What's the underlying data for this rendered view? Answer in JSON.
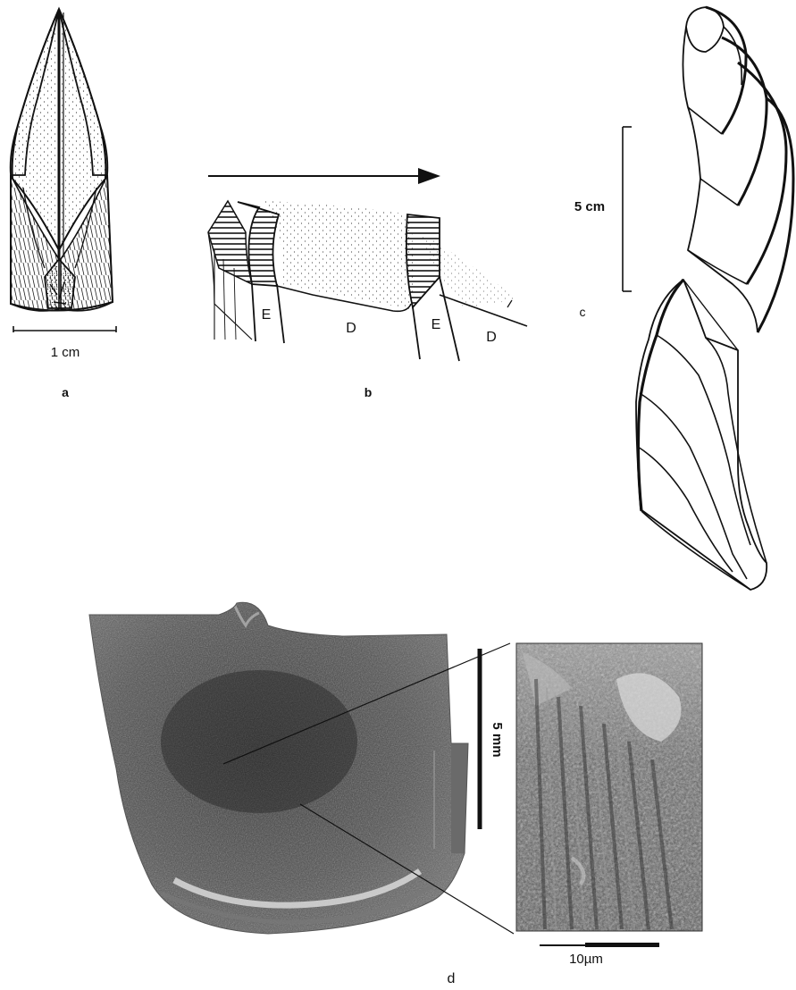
{
  "panels": {
    "a": {
      "label": "a",
      "scale_label": "1 cm"
    },
    "b": {
      "label": "b",
      "layer_labels": [
        "E",
        "D",
        "E",
        "D"
      ]
    },
    "c": {
      "label": "c",
      "scale_label": "5 cm"
    },
    "d": {
      "label": "d",
      "scale_photo_label": "5 mm",
      "scale_sem_label": "10µm"
    }
  },
  "colors": {
    "ink": "#111111",
    "photo_dark": "#3a3a3a",
    "photo_mid": "#555555",
    "photo_light": "#8a8a8a",
    "paper": "#ffffff"
  }
}
